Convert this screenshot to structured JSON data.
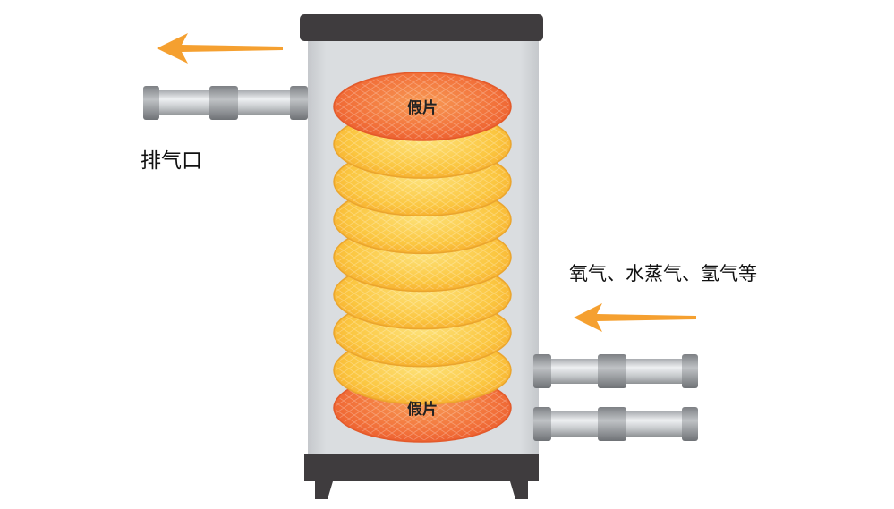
{
  "labels": {
    "exhaust": "排气口",
    "gases": "氧气、水蒸气、氢气等",
    "dummy_top": "假片",
    "dummy_bottom": "假片"
  },
  "wafer_stack": {
    "dummy_count": 2,
    "product_count": 7
  },
  "colors": {
    "chamber_body": "#d6d9dd",
    "chamber_cap": "#3f3c3e",
    "base": "#3f3c3e",
    "pipe": "#c9cccf",
    "pipe_joint": "#8f9295",
    "wafer_yellow": "#fbc640",
    "wafer_orange": "#f2713a",
    "arrow": "#f5a030"
  },
  "icons": {
    "exhaust_arrow": "arrow-left-icon",
    "inlet_arrow": "arrow-left-icon"
  }
}
